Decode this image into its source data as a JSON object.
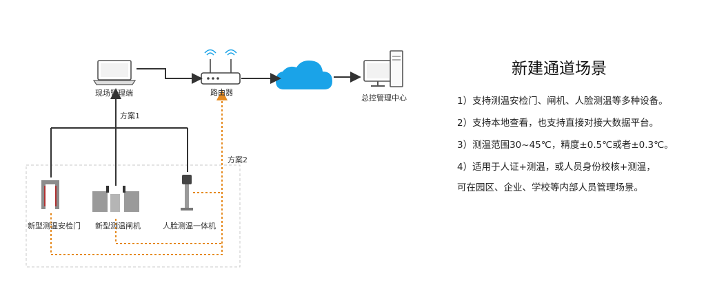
{
  "diagram": {
    "nodes": {
      "local_mgmt": "现场管理端",
      "router": "路由器",
      "cloud": "",
      "center": "总控管理中心",
      "gate_door": "新型测温安检门",
      "gate_turnstile": "新型测温闸机",
      "face_terminal": "人脸测温一体机"
    },
    "scheme1": "方案1",
    "scheme2": "方案2"
  },
  "panel": {
    "title": "新建通道场景",
    "lines": [
      "1）支持测温安检门、闸机、人脸测温等多种设备。",
      "2）支持本地查看，也支持直接对接大数据平台。",
      "3）测温范围30~45℃，精度±0.5℃或者±0.3℃。",
      "4）适用于人证+测温，或人员身份校核+测温，",
      "可在园区、企业、学校等内部人员管理场景。"
    ]
  },
  "colors": {
    "accent_orange": "#e58a1f",
    "line_dark": "#333333",
    "cloud_blue": "#1aa3e8",
    "device_gray": "#9a9a9a"
  }
}
